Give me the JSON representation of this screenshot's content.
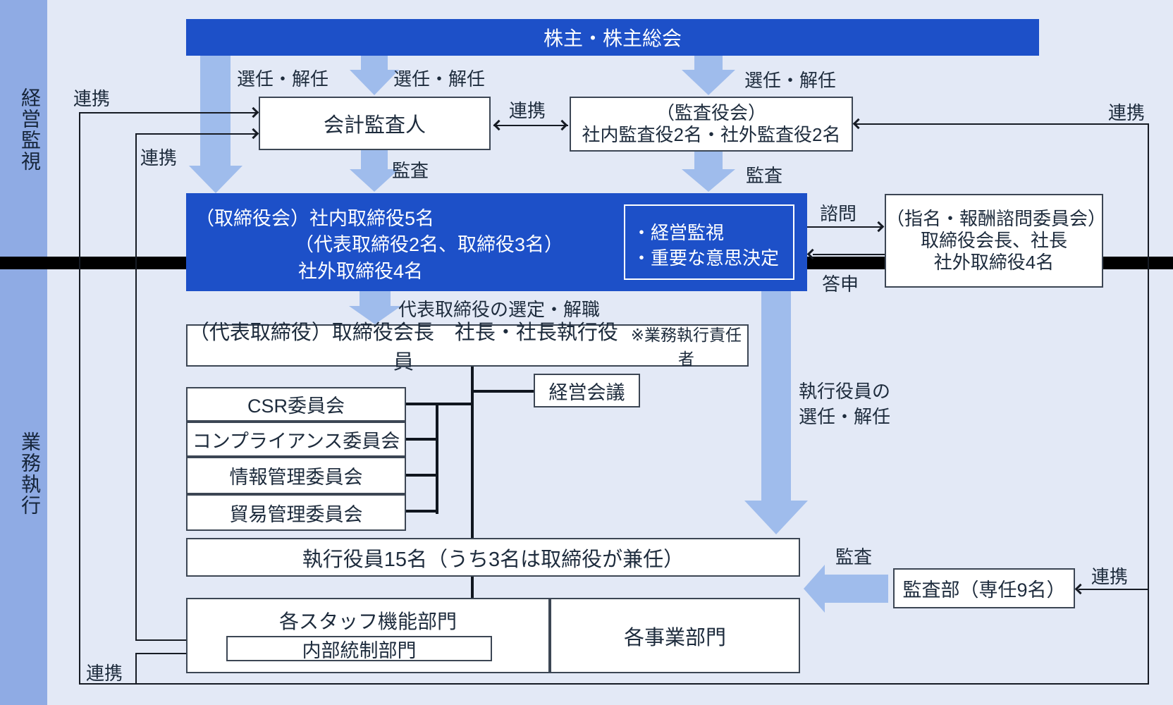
{
  "sidebar": {
    "management_oversight": "経営監視",
    "business_execution": "業務執行"
  },
  "nodes": {
    "shareholders": "株主・株主総会",
    "accounting_auditor": "会計監査人",
    "audit_board_line1": "（監査役会）",
    "audit_board_line2": "社内監査役2名・社外監査役2名",
    "board_line1": "（取締役会）社内取締役5名",
    "board_line2": "（代表取締役2名、取締役3名）",
    "board_line3": "社外取締役4名",
    "board_role1": "・経営監視",
    "board_role2": "・重要な意思決定",
    "nomination_line1": "（指名・報酬諮問委員会）",
    "nomination_line2": "取締役会長、社長",
    "nomination_line3": "社外取締役4名",
    "representative_main": "（代表取締役）取締役会長　社長・社長執行役員",
    "representative_note": "※業務執行責任者",
    "management_meeting": "経営会議",
    "committees": [
      "CSR委員会",
      "コンプライアンス委員会",
      "情報管理委員会",
      "貿易管理委員会"
    ],
    "executive_officers": "執行役員15名（うち3名は取締役が兼任）",
    "staff_departments": "各スタッフ機能部門",
    "internal_control": "内部統制部門",
    "business_departments": "各事業部門",
    "audit_department": "監査部（専任9名）"
  },
  "labels": {
    "renkei": "連携",
    "sennin_kainin": "選任・解任",
    "kansa": "監査",
    "shimon": "諮問",
    "toshin": "答申",
    "daihyo_sentei": "代表取締役の選定・解職",
    "shikko_sennin_line1": "執行役員の",
    "shikko_sennin_line2": "選任・解任"
  },
  "colors": {
    "primary_blue": "#1d50c8",
    "arrow_blue": "#9fbcec",
    "sidebar_blue": "#8fabe4",
    "background": "#e3e9f6",
    "box_border": "#3c4654",
    "connector_line": "#161b24",
    "text": "#1d2b3c",
    "divider": "#000000"
  }
}
